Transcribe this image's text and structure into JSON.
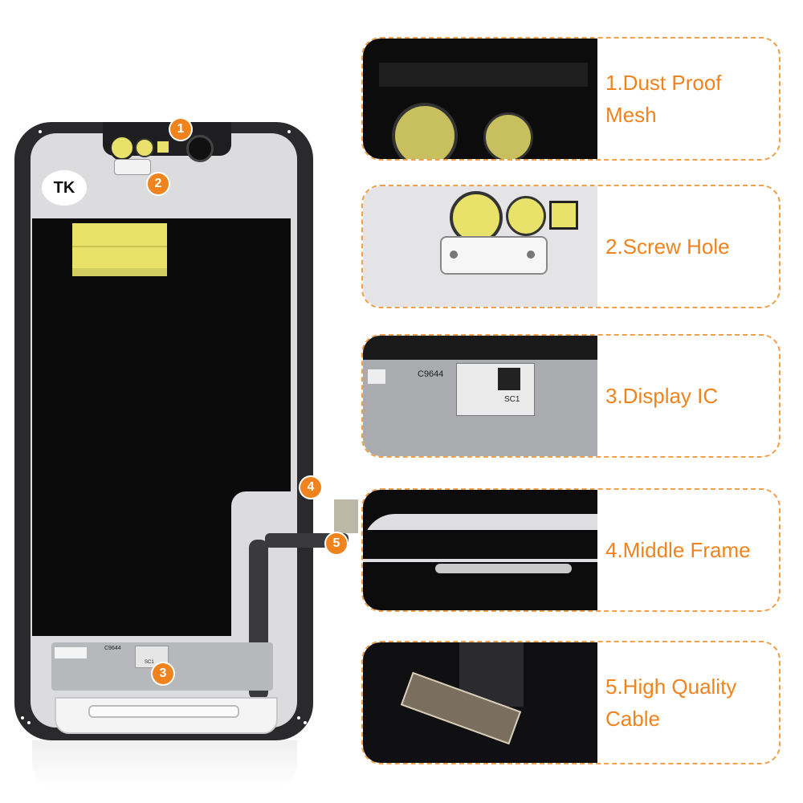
{
  "phone": {
    "brand_sticker": "TK",
    "board_text_1": "C9644",
    "board_text_2": "SC1",
    "markers": [
      "1",
      "2",
      "3",
      "4",
      "5"
    ]
  },
  "features": [
    {
      "label": "1.Dust Proof\nMesh",
      "icon": "dust-mesh-closeup"
    },
    {
      "label": "2.Screw Hole",
      "icon": "screw-hole-closeup"
    },
    {
      "label": "3.Display IC",
      "icon": "display-ic-closeup",
      "chip_text_1": "C9644",
      "chip_text_2": "SC1"
    },
    {
      "label": "4.Middle Frame",
      "icon": "middle-frame-closeup"
    },
    {
      "label": "5.High Quality\nCable",
      "icon": "cable-connector-closeup"
    }
  ],
  "colors": {
    "accent": "#f0831d",
    "frame": "#2a2a2c",
    "tape": "#e8e26a"
  }
}
